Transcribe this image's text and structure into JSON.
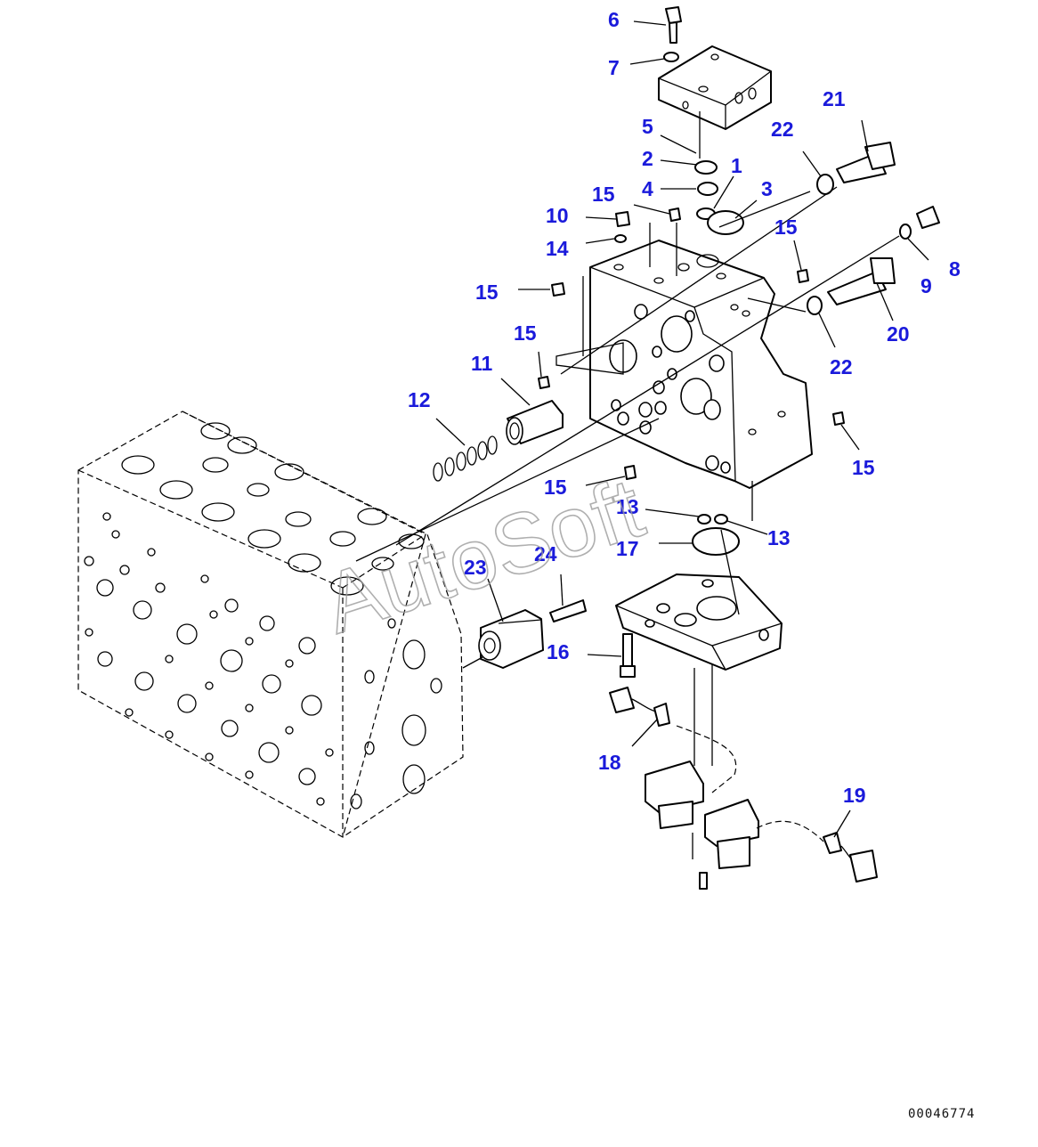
{
  "watermark": "AutoSoft",
  "drawing_id": "00046774",
  "callouts": [
    "6",
    "7",
    "5",
    "2",
    "1",
    "4",
    "3",
    "22",
    "21",
    "15",
    "10",
    "14",
    "15",
    "15",
    "11",
    "12",
    "15",
    "8",
    "9",
    "20",
    "22",
    "15",
    "15",
    "13",
    "13",
    "17",
    "23",
    "24",
    "16",
    "18",
    "19"
  ],
  "colors": {
    "callout": "#1a1adb",
    "line": "#000000",
    "watermark": "#9c9c9c"
  }
}
